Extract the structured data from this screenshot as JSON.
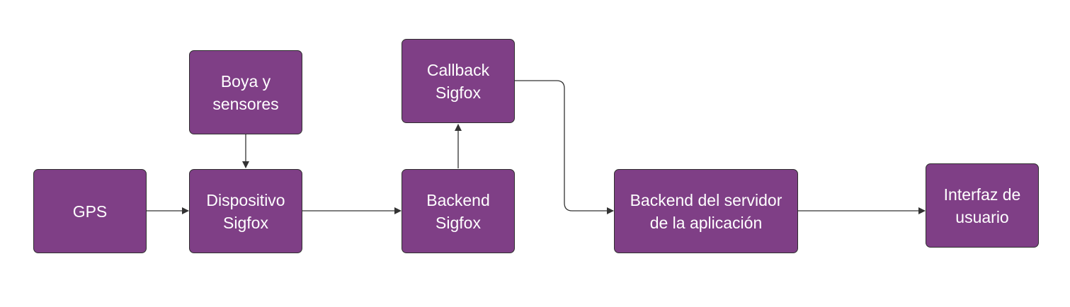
{
  "colors": {
    "node_fill": "#7f3f86",
    "node_border": "#2f2f2f",
    "edge": "#333333",
    "text": "#ffffff"
  },
  "nodes": {
    "gps": {
      "label": "GPS"
    },
    "boya": {
      "label": "Boya y\nsensores"
    },
    "dispositivo": {
      "label": "Dispositivo\nSigfox"
    },
    "backend_sigfox": {
      "label": "Backend\nSigfox"
    },
    "callback": {
      "label": "Callback\nSigfox"
    },
    "backend_servidor": {
      "label": "Backend del servidor\nde la aplicación"
    },
    "interfaz": {
      "label": "Interfaz de\nusuario"
    }
  },
  "edges": [
    {
      "from": "gps",
      "to": "dispositivo"
    },
    {
      "from": "boya",
      "to": "dispositivo"
    },
    {
      "from": "dispositivo",
      "to": "backend_sigfox"
    },
    {
      "from": "backend_sigfox",
      "to": "callback"
    },
    {
      "from": "callback",
      "to": "backend_servidor"
    },
    {
      "from": "backend_servidor",
      "to": "interfaz"
    }
  ]
}
